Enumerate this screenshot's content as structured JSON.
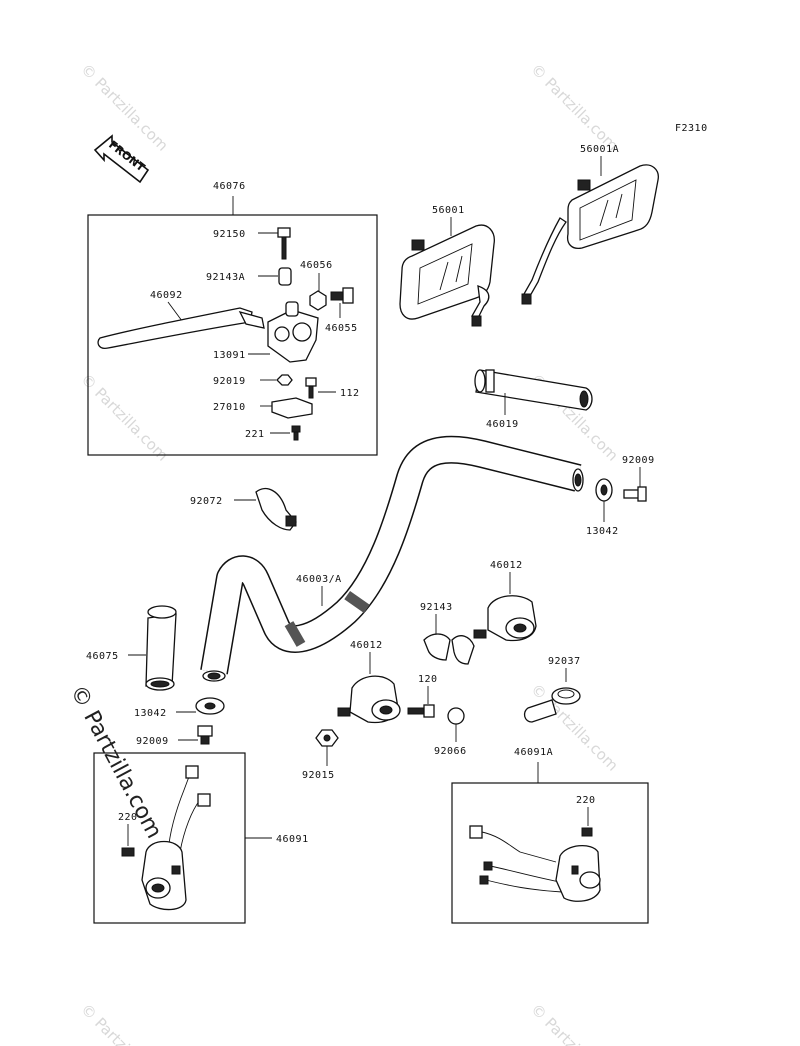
{
  "figure_code": "F2310",
  "front_label": "FRONT",
  "watermark": "© Partzilla.com",
  "parts": {
    "p46076": "46076",
    "p92150": "92150",
    "p92143A": "92143A",
    "p46056": "46056",
    "p46092": "46092",
    "p46055": "46055",
    "p13091": "13091",
    "p92019": "92019",
    "p112": "112",
    "p27010": "27010",
    "p221": "221",
    "p56001": "56001",
    "p56001A": "56001A",
    "p46019": "46019",
    "p92009_top": "92009",
    "p13042_top": "13042",
    "p92072": "92072",
    "p46003A": "46003/A",
    "p46012_right": "46012",
    "p92143": "92143",
    "p46075": "46075",
    "p46012_center": "46012",
    "p120": "120",
    "p92037": "92037",
    "p13042_left": "13042",
    "p92009_left": "92009",
    "p92066": "92066",
    "p92015": "92015",
    "p46091A": "46091A",
    "p220_left": "220",
    "p46091": "46091",
    "p220_right": "220"
  }
}
